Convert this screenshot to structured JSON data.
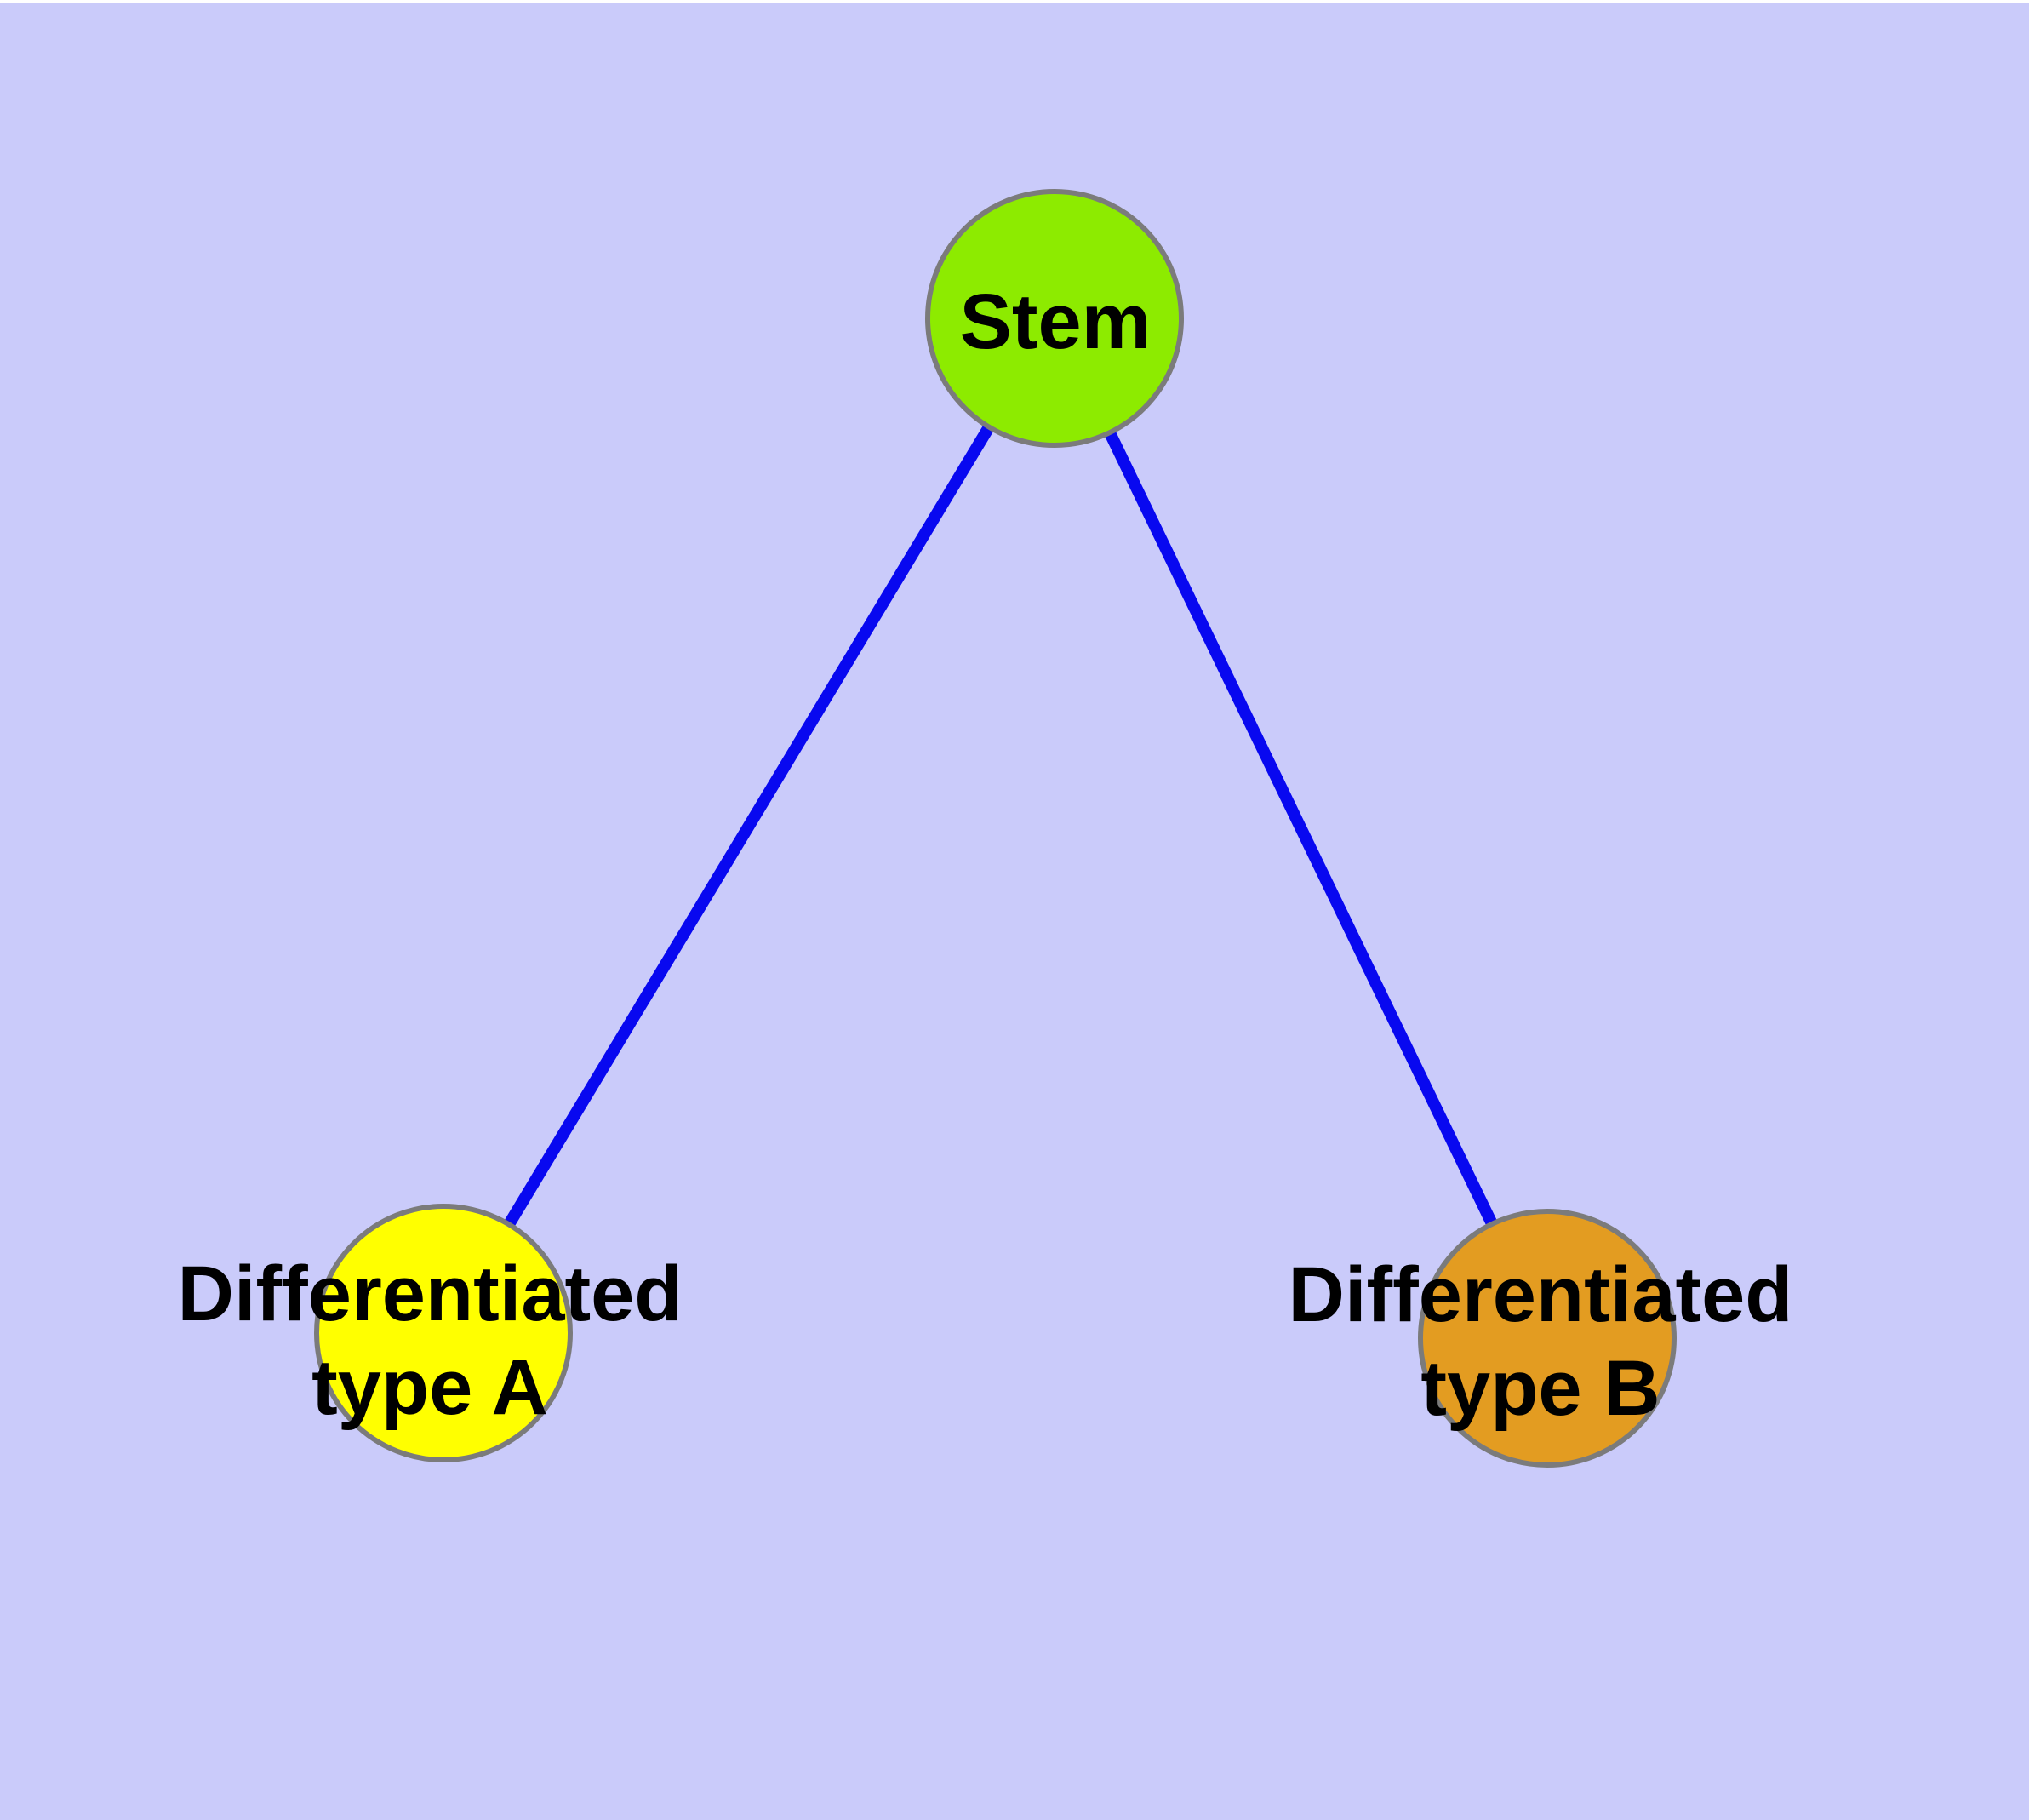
{
  "graph": {
    "background_color": "#cacbfa",
    "top_edge_color": "#ffffff",
    "node_border_color": "#7b7b7b",
    "edge_color": "#0808f0",
    "label_color": "#000000",
    "nodes": [
      {
        "id": "stem",
        "label": "Stem",
        "fill_color": "#8deb00"
      },
      {
        "id": "type-a",
        "label_line1": "Differentiated",
        "label_line2": "type A",
        "fill_color": "#ffff00"
      },
      {
        "id": "type-b",
        "label_line1": "Differentiated",
        "label_line2": "type B",
        "fill_color": "#e39c21"
      }
    ],
    "edges": [
      {
        "from": "Stem",
        "to": "Differentiated type A"
      },
      {
        "from": "Stem",
        "to": "Differentiated type B"
      }
    ]
  }
}
